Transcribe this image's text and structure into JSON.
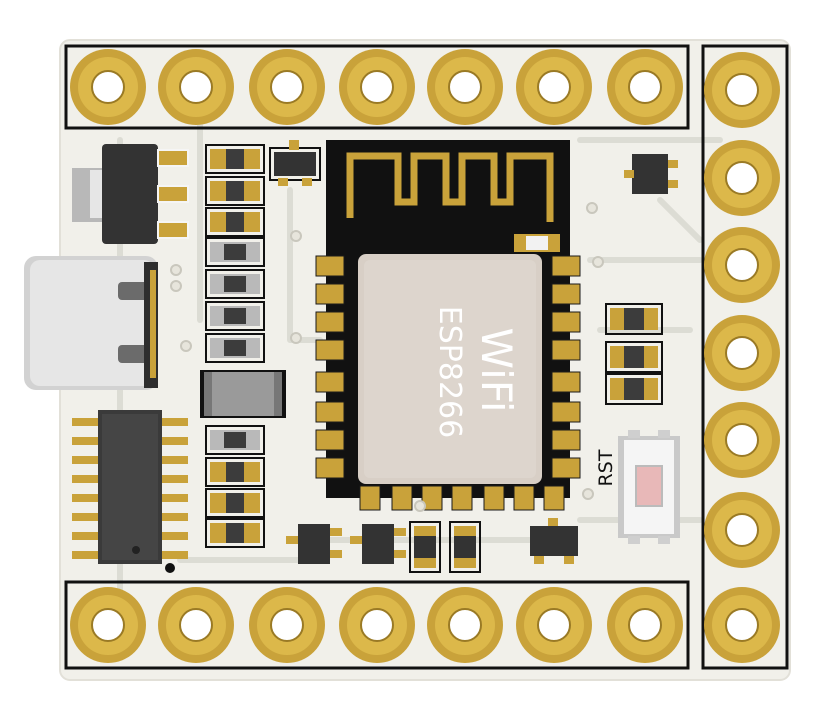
{
  "module": {
    "name": "WiFi",
    "model": "ESP8266"
  },
  "button": {
    "label": "RST"
  },
  "colors": {
    "board": "#f1f0ea",
    "copper": "#c9a23a",
    "silkscreen": "#111111",
    "shield": "#d8cfc6"
  }
}
